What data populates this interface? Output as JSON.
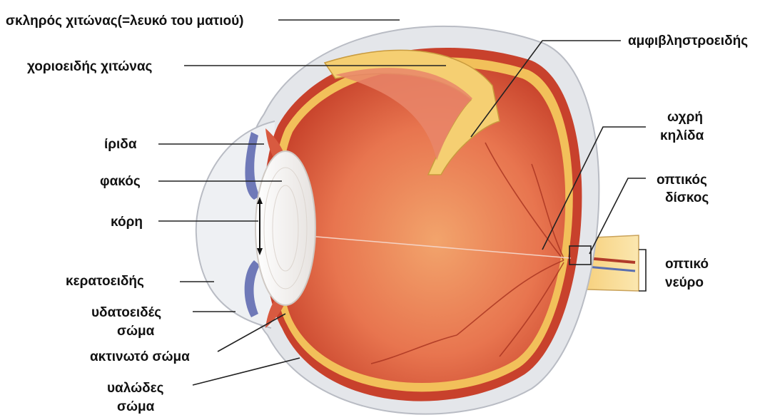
{
  "labels": {
    "sclera": "σκληρός χιτώνας(=λευκό του ματιού)",
    "choroid": "χοριοειδής χιτώνας",
    "iris": "ίριδα",
    "lens": "φακός",
    "pupil": "κόρη",
    "cornea": "κερατοειδής",
    "aqueous_1": "υδατοειδές",
    "aqueous_2": "σώμα",
    "ciliary": "ακτινωτό σώμα",
    "vitreous_1": "υαλώδες",
    "vitreous_2": "σώμα",
    "retina": "αμφιβληστροειδής",
    "macula_1": "ωχρή",
    "macula_2": "κηλίδα",
    "disc_1": "οπτικός",
    "disc_2": "δίσκος",
    "nerve_1": "οπτικό",
    "nerve_2": "νεύρο"
  },
  "colors": {
    "sclera": "#e4e6ea",
    "choroid": "#c8412c",
    "retina_layer": "#f2c05a",
    "interior": "#e8754f",
    "lens": "#f4f3f2",
    "iris": "#6f79b8",
    "optic_nerve": "#f3d27a"
  }
}
